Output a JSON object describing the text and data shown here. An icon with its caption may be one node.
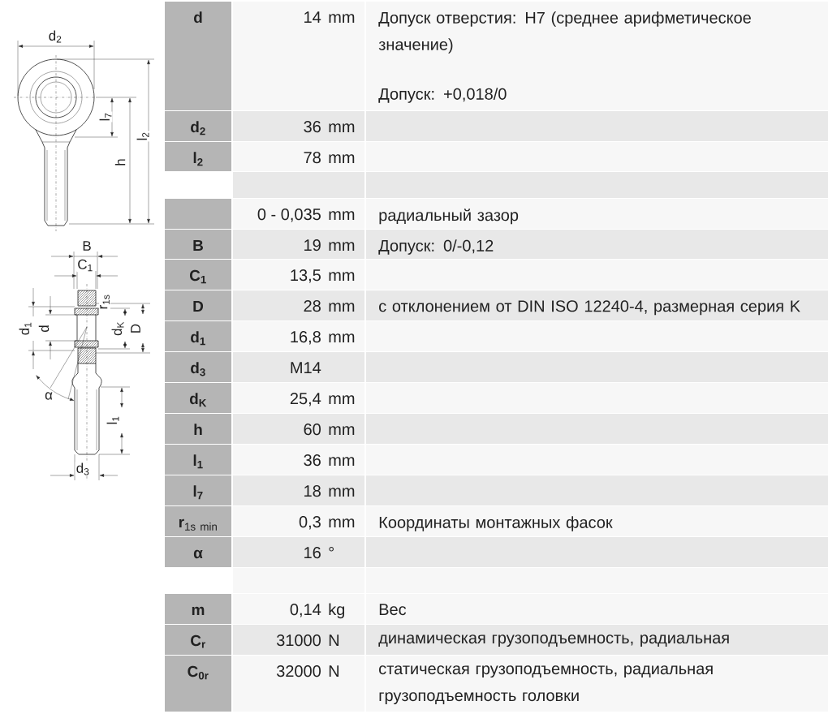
{
  "diagram": {
    "labels": [
      "d$_{2}$",
      "l$_{7}$",
      "h",
      "l$_{2}$",
      "B",
      "C$_{1}$",
      "d$_{1}$",
      "d",
      "r$_{1s}$",
      "d$_{K}$",
      "D",
      "α",
      "l$_{1}$",
      "d$_{3}$",
      "d",
      "14",
      "mm",
      "Допуск отверстия: H7 (среднее арифметическое значение)",
      "Допуск: +0,018/0",
      "d$_{2}$",
      "36",
      "mm",
      "l$_{2}$",
      "78",
      "mm",
      "0 - 0,035",
      "mm",
      "радиальный зазор",
      "B",
      "19",
      "mm",
      "Допуск: 0/-0,12",
      "C$_{1}$",
      "13,5",
      "mm",
      "D",
      "28",
      "mm",
      "с отклонением от DIN ISO 12240-4, размерная серия K",
      "d$_{1}$",
      "16,8",
      "mm",
      "d$_{3}$",
      "M14",
      "d$_{K}$",
      "25,4",
      "mm",
      "h",
      "60",
      "mm",
      "l$_{1}$",
      "36",
      "mm",
      "l$_{7}$",
      "18",
      "mm",
      "\\mathbf{r}_{\\mathrm{1s\\ min}}",
      "0,3",
      "mm",
      "Координаты монтажных фасок",
      "α",
      "16",
      "°",
      "m",
      "0,14",
      "kg",
      "Вес",
      "C$_{r}$",
      "31000",
      "N",
      "динамическая грузоподъемность, радиальная",
      "C$_{0r}$",
      "32000",
      "N",
      "статическая грузоподъемность, радиальная грузоподъемность головки"
    ]
  }
}
